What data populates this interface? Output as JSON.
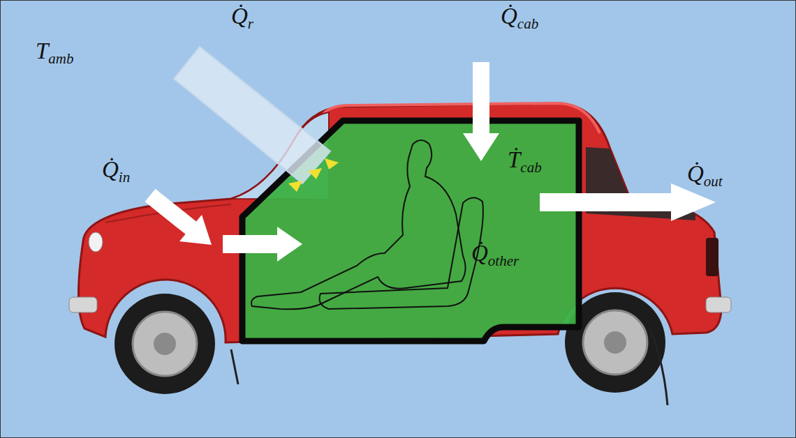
{
  "diagram": {
    "nodes": [
      {
        "text": [
          "Ṫcab",
          "Q̇other"
        ]
      }
    ],
    "labels": [
      "Tamb",
      "Q̇r",
      "Q̇cab",
      "Q̇in",
      "Q̇out"
    ]
  }
}
